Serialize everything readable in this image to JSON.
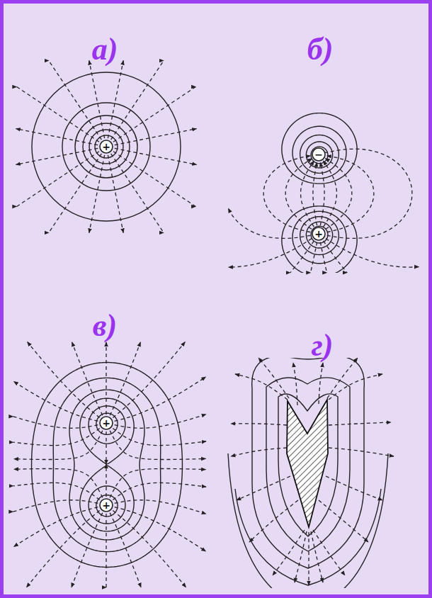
{
  "diagram": {
    "labels": [
      "а)",
      "б)",
      "в)",
      "г)",
      "+",
      "−",
      "+",
      "+",
      "+"
    ]
  }
}
